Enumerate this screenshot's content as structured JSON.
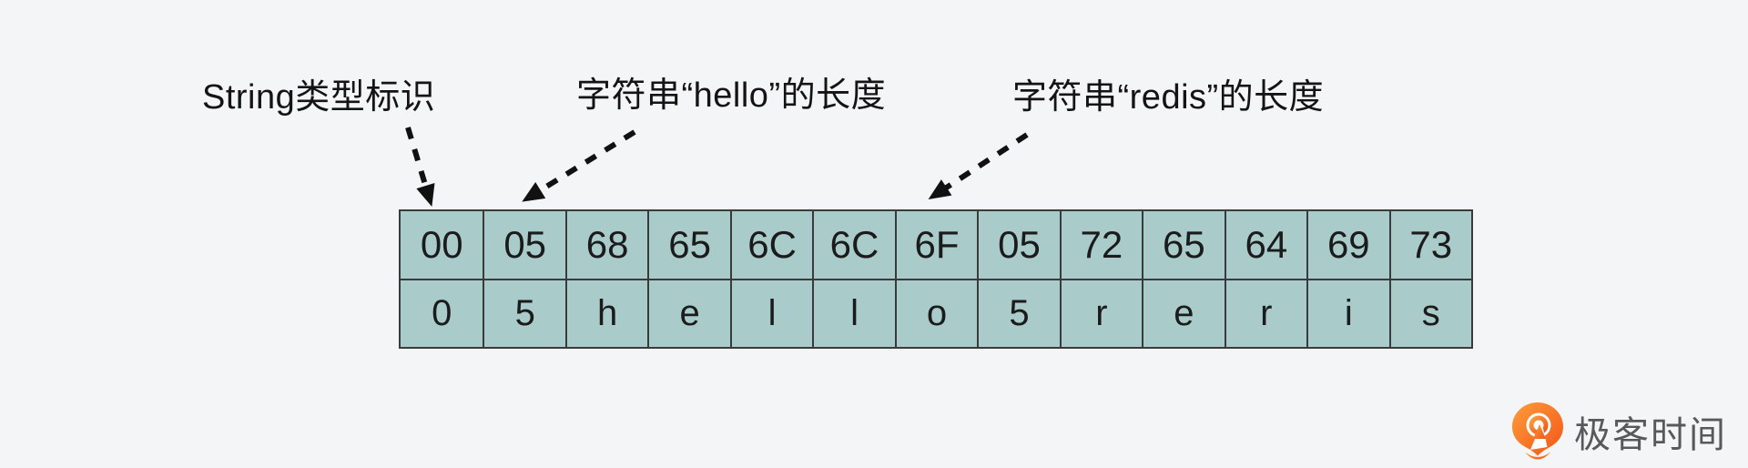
{
  "colors": {
    "background": "#f4f5f6",
    "cell_fill": "#a9cbca",
    "table_line": "#3a3a3a",
    "arrow": "#111111",
    "logo_orange": "#f76a1f",
    "logo_orange_light": "#ff9b3a",
    "logo_text_gray": "#58595b"
  },
  "annotations": {
    "string_type": "String类型标识",
    "hello_length": "字符串“hello”的长度",
    "redis_length": "字符串“redis”的长度"
  },
  "byte_table": {
    "hex_row": [
      "00",
      "05",
      "68",
      "65",
      "6C",
      "6C",
      "6F",
      "05",
      "72",
      "65",
      "64",
      "69",
      "73"
    ],
    "char_row": [
      "0",
      "5",
      "h",
      "e",
      "l",
      "l",
      "o",
      "5",
      "r",
      "e",
      "r",
      "i",
      "s"
    ]
  },
  "logo": {
    "text": "极客时间"
  }
}
